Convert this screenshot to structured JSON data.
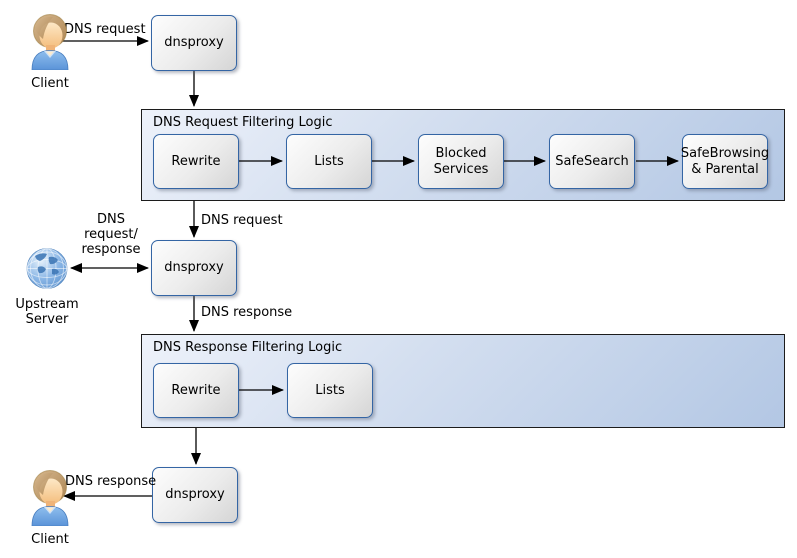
{
  "request_filtering": {
    "title": "DNS Request Filtering Logic",
    "steps": [
      "Rewrite",
      "Lists",
      "Blocked Services",
      "SafeSearch",
      "SafeBrowsing & Parental"
    ]
  },
  "response_filtering": {
    "title": "DNS Response Filtering Logic",
    "steps": [
      "Rewrite",
      "Lists"
    ]
  },
  "proxies": {
    "top": "dnsproxy",
    "middle": "dnsproxy",
    "bottom": "dnsproxy"
  },
  "actors": {
    "client_top": "Client",
    "upstream": "Upstream Server",
    "client_bottom": "Client"
  },
  "edge_labels": {
    "client_request": "DNS request",
    "filtered_request": "DNS request",
    "upstream_exchange": "DNS request/ response",
    "proxy_response": "DNS response",
    "response_to_client": "DNS response"
  },
  "icons": {
    "client_top": "person-icon",
    "upstream": "globe-icon",
    "client_bottom": "person-icon"
  },
  "colors": {
    "container_fill_light": "#eef2fa",
    "container_fill_dark": "#b3c7e4",
    "container_border": "#1c1c1c",
    "node_border": "#3465a4",
    "node_fill_light": "#fdfdfd",
    "node_fill_dark": "#d5d5d5",
    "arrow": "#000000",
    "text": "#000000",
    "background": "#ffffff"
  }
}
